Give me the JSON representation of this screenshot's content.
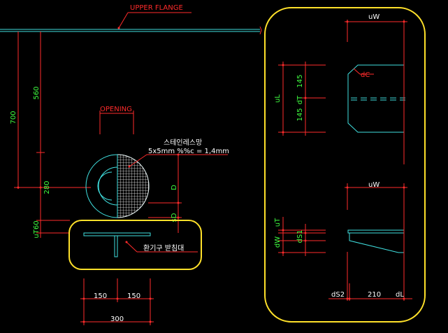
{
  "labels": {
    "upper_flange": "UPPER FLANGE",
    "opening": "OPENING",
    "mesh_title": "스테인레스망",
    "mesh_spec": "5x5mm %%c = 1,4mm",
    "support": "환기구 받침대"
  },
  "left_dims": {
    "d700": "700",
    "d560": "560",
    "d280": "280",
    "dT60": "uT60",
    "dD": "D",
    "dsD": "sD",
    "d150a": "150",
    "d150b": "150",
    "d300": "300"
  },
  "detail_top": {
    "uW": "uW",
    "dC": "dC",
    "uL": "uL",
    "dT": "dT",
    "h145a": "145",
    "h145b": "145"
  },
  "detail_bottom": {
    "uW": "uW",
    "uT": "uT",
    "dW": "dW",
    "dS1": "dS1",
    "dS2": "dS2",
    "w210": "210",
    "dL": "dL"
  },
  "colors": {
    "background": "#000000",
    "dimension": "#ff2b2b",
    "geometry": "#40e0e0",
    "highlight": "#ffe12a",
    "dim_text": "#40ff40"
  }
}
